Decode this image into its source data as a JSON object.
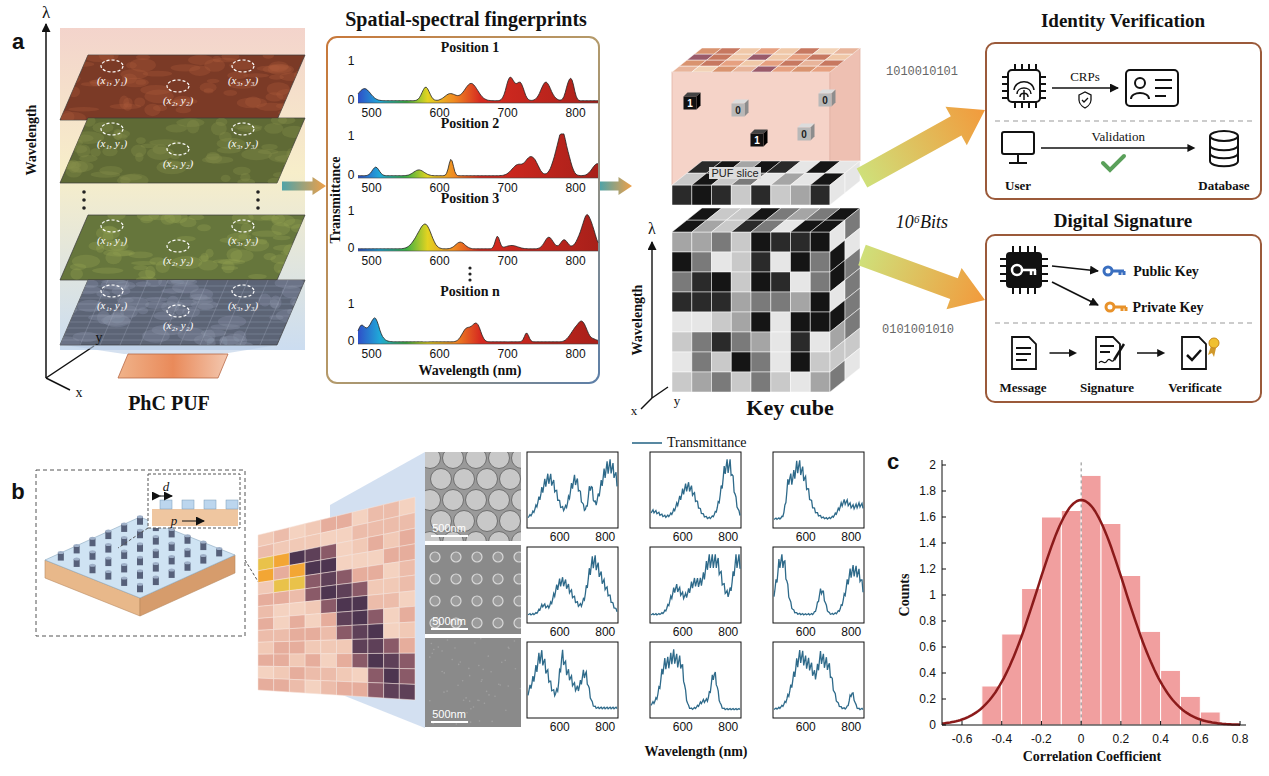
{
  "diagram": {
    "nodes": [
      {
        "text": [
          "PhC PUF"
        ]
      },
      {
        "text": [
          "Spatial-spectral fingerprints"
        ]
      },
      {
        "text": [
          "Key cube"
        ]
      },
      {
        "text": [
          "Identity Verification"
        ]
      },
      {
        "text": [
          "User"
        ],
        "in": 3
      },
      {
        "text": [
          "Database"
        ],
        "in": 3
      },
      {
        "text": [
          "Digital Signature"
        ]
      },
      {
        "text": [
          "Public Key"
        ],
        "in": 6
      },
      {
        "text": [
          "Private Key"
        ],
        "in": 6
      },
      {
        "text": [
          "Message"
        ],
        "in": 6
      },
      {
        "text": [
          "Signature"
        ],
        "in": 6
      },
      {
        "text": [
          "Verificate"
        ],
        "in": 6
      }
    ],
    "edges": [
      {
        "from": 0,
        "to": 1,
        "arrow": "to"
      },
      {
        "from": 1,
        "to": 2,
        "arrow": "to"
      },
      {
        "from": 2,
        "to": 3,
        "arrow": "to"
      },
      {
        "from": 2,
        "to": 6,
        "arrow": "to"
      },
      {
        "from": 4,
        "to": 5,
        "label": "Validation",
        "arrow": "to"
      },
      {
        "from": 9,
        "to": 10,
        "arrow": "to"
      },
      {
        "from": 10,
        "to": 11,
        "arrow": "to"
      }
    ],
    "labels": [
      "a",
      "b",
      "c",
      "λ",
      "Wavelength",
      "y",
      "x",
      "(x₁, y₁)",
      "(x₃, y₃)",
      "(x₂, y₂)",
      "(x₁, y₁)",
      "(x₃, y₃)",
      "(x₂, y₂)",
      "(x₁, y₁)",
      "(x₃, y₃)",
      "(x₂, y₂)",
      "(x₁, y₁)",
      "(x₃, y₃)",
      "(x₂, y₂)",
      "Position 1",
      "1",
      "0",
      "500",
      "600",
      "700",
      "800",
      "Position 2",
      "1",
      "0",
      "500",
      "600",
      "700",
      "800",
      "Position 3",
      "1",
      "0",
      "500",
      "600",
      "700",
      "800",
      "Position n",
      "1",
      "0",
      "500",
      "600",
      "700",
      "800",
      "Transmittance",
      "Wavelength (nm)",
      "1",
      "0",
      "0",
      "0",
      "1",
      "PUF slice",
      "λ",
      "Wavelength",
      "y",
      "x",
      "10⁶Bits",
      "1010010101",
      "0101001010",
      "CRPs",
      "d",
      "p",
      "500nm",
      "500nm",
      "500nm",
      "600",
      "800",
      "600",
      "800",
      "600",
      "800",
      "600",
      "800",
      "600",
      "800",
      "600",
      "800",
      "600",
      "800",
      "600",
      "800",
      "600",
      "800",
      "Wavelength (nm)",
      "0",
      "0.2",
      "0.4",
      "0.6",
      "0.8",
      "1",
      "1.2",
      "1.4",
      "1.6",
      "1.8",
      "2",
      "-0.6",
      "-0.4",
      "-0.2",
      "0",
      "0.2",
      "0.4",
      "0.6",
      "0.8",
      "Counts",
      "Correlation Coefficient"
    ],
    "legend": [
      {
        "text": "Transmittance"
      }
    ]
  }
}
